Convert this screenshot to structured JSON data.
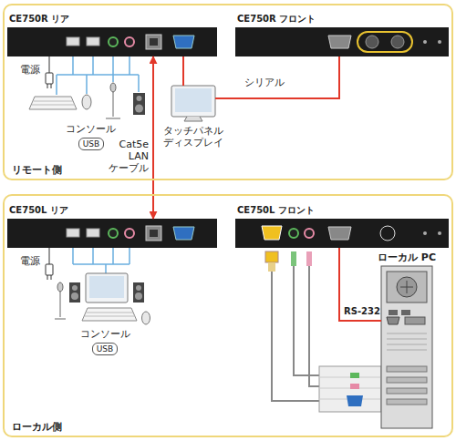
{
  "diagram": {
    "nodes": [
      {
        "text": [
          "リモート側"
        ]
      },
      {
        "text": [
          "CE750R リア"
        ],
        "in": 0
      },
      {
        "text": [
          "CE750R フロント"
        ],
        "in": 0
      },
      {
        "text": [
          "USB"
        ],
        "in": 0
      },
      {
        "text": [
          "タッチパネル ディスプレイ"
        ],
        "in": 0
      },
      {
        "text": [
          "ローカル側"
        ]
      },
      {
        "text": [
          "CE750L リア"
        ],
        "in": 5
      },
      {
        "text": [
          "CE750L フロント"
        ],
        "in": 5
      },
      {
        "text": [
          "USB"
        ],
        "in": 5
      },
      {
        "text": [
          "ローカル PC"
        ],
        "in": 5
      }
    ],
    "edges": [
      {
        "from": 1,
        "to": 6,
        "label": "Cat5e LAN ケーブル",
        "arrow": "both"
      },
      {
        "from": 1,
        "to": 4,
        "arrow": "none"
      },
      {
        "from": 4,
        "to": 2,
        "label": "シリアル",
        "arrow": "none"
      },
      {
        "from": 7,
        "to": 9,
        "label": "RS-232",
        "arrow": "none"
      }
    ],
    "labels": [
      "電源",
      "コンソール",
      "電源",
      "コンソール"
    ]
  }
}
